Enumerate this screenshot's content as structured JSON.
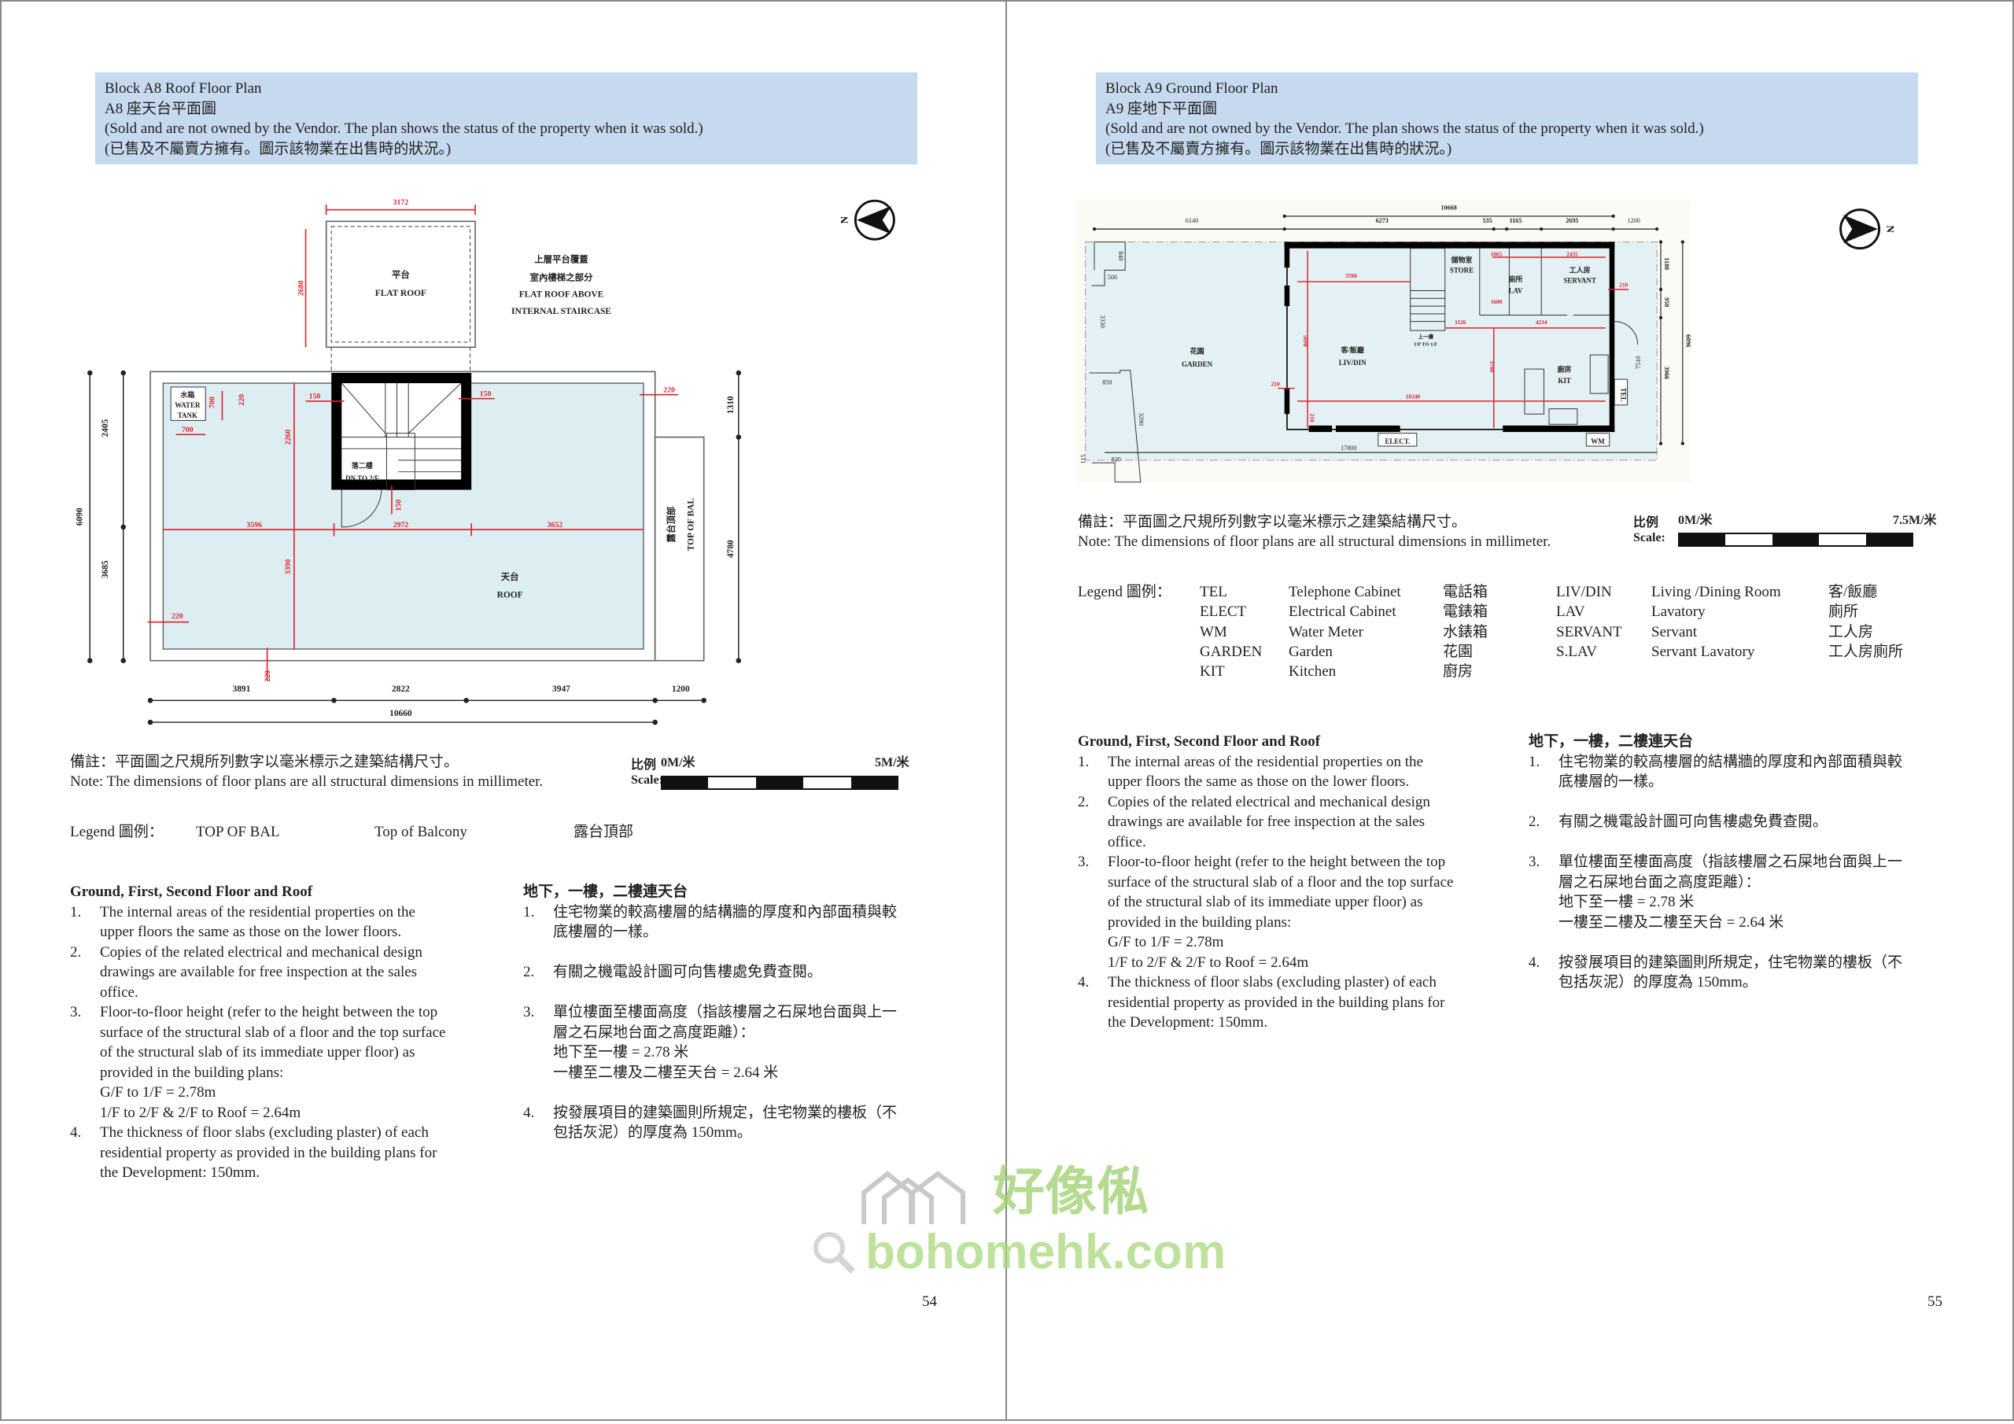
{
  "colors": {
    "header_bg": "#c6d9ee",
    "dim_red": "#e0212b",
    "plan_fill": "#ddeef2",
    "watermark": "#9bd06a"
  },
  "left_page": {
    "header": {
      "line1": "Block A8 Roof Floor Plan",
      "line2": "A8 座天台平面圖",
      "line3": "(Sold and are not owned by the Vendor. The plan shows the status of the property when it was sold.)",
      "line4": "(已售及不屬賣方擁有。圖示該物業在出售時的狀況。)"
    },
    "plan": {
      "north": "N",
      "flat_roof_zh": "平台",
      "flat_roof_en": "FLAT ROOF",
      "above_zh1": "上層平台覆蓋",
      "above_zh2": "室內樓梯之部分",
      "above_en1": "FLAT ROOF ABOVE",
      "above_en2": "INTERNAL STAIRCASE",
      "tank_zh": "水箱",
      "tank_en1": "WATER",
      "tank_en2": "TANK",
      "dn_zh": "落二樓",
      "dn_en": "DN TO 2/F",
      "roof_zh": "天台",
      "roof_en": "ROOF",
      "bal_zh": "露台頂部",
      "bal_en": "TOP OF BAL",
      "d_3172": "3172",
      "d_2680": "2680",
      "d_2405": "2405",
      "d_3685": "3685",
      "d_6090": "6090",
      "d_1310": "1310",
      "d_4780": "4780",
      "d_3891": "3891",
      "d_2822": "2822",
      "d_3947": "3947",
      "d_1200": "1200",
      "d_10660": "10660",
      "d_3596": "3596",
      "d_2972": "2972",
      "d_3652": "3652",
      "d_2260": "2260",
      "d_3390": "3390",
      "d_220a": "220",
      "d_220b": "220",
      "d_220c": "220",
      "d_220d": "220",
      "d_150a": "150",
      "d_150b": "150",
      "d_150c": "150",
      "d_700a": "700",
      "d_700b": "700"
    },
    "note": {
      "zh": "備註：平面圖之尺規所列數字以毫米標示之建築結構尺寸。",
      "en": "Note: The dimensions of floor plans are all structural dimensions in millimeter."
    },
    "scale": {
      "label_zh": "比例",
      "label_en": "Scale:",
      "start": "0M/米",
      "end": "5M/米"
    },
    "legend": {
      "label": "Legend 圖例：",
      "items": [
        {
          "abbr": "TOP OF BAL",
          "en": "Top of Balcony",
          "zh": "露台頂部"
        }
      ]
    },
    "notes_en": {
      "heading": "Ground, First, Second Floor and Roof",
      "items": [
        {
          "num": "1.",
          "lines": [
            "The internal areas of the residential properties on the",
            "upper floors the same as those on the lower floors."
          ]
        },
        {
          "num": "2.",
          "lines": [
            "Copies of the related electrical and mechanical design",
            "drawings are available for free inspection at the sales",
            "office."
          ]
        },
        {
          "num": "3.",
          "lines": [
            "Floor-to-floor height (refer to the height between the top",
            "surface of the structural slab of a floor and the top surface",
            "of the structural slab of its immediate upper floor) as",
            "provided in the building plans:",
            "G/F to 1/F = 2.78m",
            "1/F to 2/F & 2/F to Roof = 2.64m"
          ]
        },
        {
          "num": "4.",
          "lines": [
            "The thickness of floor slabs (excluding plaster) of each",
            "residential property as provided in the building plans for",
            "the Development: 150mm."
          ]
        }
      ]
    },
    "notes_zh": {
      "heading": "地下，一樓，二樓連天台",
      "items": [
        {
          "num": "1.",
          "lines": [
            "住宅物業的較高樓層的結構牆的厚度和內部面積與較",
            "底樓層的一樣。"
          ]
        },
        {
          "num": "2.",
          "lines": [
            "有關之機電設計圖可向售樓處免費查閱。"
          ]
        },
        {
          "num": "3.",
          "lines": [
            "單位樓面至樓面高度（指該樓層之石屎地台面與上一",
            "層之石屎地台面之高度距離）：",
            "地下至一樓 = 2.78 米",
            "一樓至二樓及二樓至天台 = 2.64 米"
          ]
        },
        {
          "num": "4.",
          "lines": [
            "按發展項目的建築圖則所規定，住宅物業的樓板（不",
            "包括灰泥）的厚度為 150mm。"
          ]
        }
      ]
    },
    "page_number": "54"
  },
  "right_page": {
    "header": {
      "line1": "Block A9 Ground Floor Plan",
      "line2": "A9 座地下平面圖",
      "line3": "(Sold and are not owned by the Vendor. The plan shows the status of the property when it was sold.)",
      "line4": "(已售及不屬賣方擁有。圖示該物業在出售時的狀況。)"
    },
    "plan": {
      "north": "N",
      "garden_zh": "花園",
      "garden_en": "GARDEN",
      "livdin_zh": "客/飯廳",
      "livdin_en": "LIV/DIN",
      "kit_zh": "廚房",
      "kit_en": "KIT",
      "servant_zh": "工人房",
      "servant_en": "SERVANT",
      "lav_zh": "廁所",
      "lav_en": "LAV",
      "store_zh": "儲物室",
      "store_en": "STORE",
      "up_zh": "上一樓",
      "up_en": "UP TO 1/F",
      "elect": "ELECT.",
      "wm": "WM",
      "tel": "TEL",
      "d_10668": "10668",
      "d_6140": "6140",
      "d_6273": "6273",
      "d_535": "535",
      "d_1165": "1165",
      "d_2695": "2695",
      "d_1200": "1200",
      "d_840": "840",
      "d_500": "500",
      "d_3330": "3330",
      "d_850": "850",
      "d_3290": "3290",
      "d_115": "115",
      "d_820": "820",
      "d_17800": "17800",
      "d_1180": "1180",
      "d_950": "950",
      "d_3966": "3966",
      "d_6096": "6096",
      "d_7510": "7510",
      "d_3780": "3780",
      "d_10240": "10240",
      "d_1126": "1126",
      "d_4234": "4234",
      "d_2435": "2435",
      "d_1065": "1065",
      "d_5690": "5690",
      "d_3700": "3700",
      "d_1600": "1600",
      "d_210a": "210",
      "d_210b": "210",
      "d_210c": "210"
    },
    "note": {
      "zh": "備註：平面圖之尺規所列數字以毫米標示之建築結構尺寸。",
      "en": "Note: The dimensions of floor plans are all structural dimensions in millimeter."
    },
    "scale": {
      "label_zh": "比例",
      "label_en": "Scale:",
      "start": "0M/米",
      "end": "7.5M/米"
    },
    "legend": {
      "label": "Legend 圖例：",
      "items": [
        {
          "abbr": "TEL",
          "en": "Telephone Cabinet",
          "zh": "電話箱"
        },
        {
          "abbr": "ELECT",
          "en": "Electrical Cabinet",
          "zh": "電錶箱"
        },
        {
          "abbr": "WM",
          "en": "Water Meter",
          "zh": "水錶箱"
        },
        {
          "abbr": "GARDEN",
          "en": "Garden",
          "zh": "花園"
        },
        {
          "abbr": "KIT",
          "en": "Kitchen",
          "zh": "廚房"
        },
        {
          "abbr": "LIV/DIN",
          "en": "Living /Dining Room",
          "zh": "客/飯廳"
        },
        {
          "abbr": "LAV",
          "en": "Lavatory",
          "zh": "廁所"
        },
        {
          "abbr": "SERVANT",
          "en": "Servant",
          "zh": "工人房"
        },
        {
          "abbr": "S.LAV",
          "en": "Servant Lavatory",
          "zh": "工人房廁所"
        }
      ]
    },
    "notes_en": {
      "heading": "Ground, First, Second Floor and Roof",
      "items": [
        {
          "num": "1.",
          "lines": [
            "The internal areas of the residential properties on the",
            "upper floors the same as those on the lower floors."
          ]
        },
        {
          "num": "2.",
          "lines": [
            "Copies of the related electrical and mechanical design",
            "drawings are available for free inspection at the sales",
            "office."
          ]
        },
        {
          "num": "3.",
          "lines": [
            "Floor-to-floor height (refer to the height between the top",
            "surface of the structural slab of a floor and the top surface",
            "of the structural slab of its immediate upper floor) as",
            "provided in the building plans:",
            "G/F to 1/F = 2.78m",
            "1/F to 2/F & 2/F to Roof = 2.64m"
          ]
        },
        {
          "num": "4.",
          "lines": [
            "The thickness of floor slabs (excluding plaster) of each",
            "residential property as provided in the building plans for",
            "the Development: 150mm."
          ]
        }
      ]
    },
    "notes_zh": {
      "heading": "地下，一樓，二樓連天台",
      "items": [
        {
          "num": "1.",
          "lines": [
            "住宅物業的較高樓層的結構牆的厚度和內部面積與較",
            "底樓層的一樣。"
          ]
        },
        {
          "num": "2.",
          "lines": [
            "有關之機電設計圖可向售樓處免費查閱。"
          ]
        },
        {
          "num": "3.",
          "lines": [
            "單位樓面至樓面高度（指該樓層之石屎地台面與上一",
            "層之石屎地台面之高度距離）：",
            "地下至一樓 = 2.78 米",
            "一樓至二樓及二樓至天台 = 2.64 米"
          ]
        },
        {
          "num": "4.",
          "lines": [
            "按發展項目的建築圖則所規定，住宅物業的樓板（不",
            "包括灰泥）的厚度為 150mm。"
          ]
        }
      ]
    },
    "page_number": "55"
  },
  "watermark": {
    "brand_zh": "好像俬",
    "domain": "bohomehk.com"
  }
}
